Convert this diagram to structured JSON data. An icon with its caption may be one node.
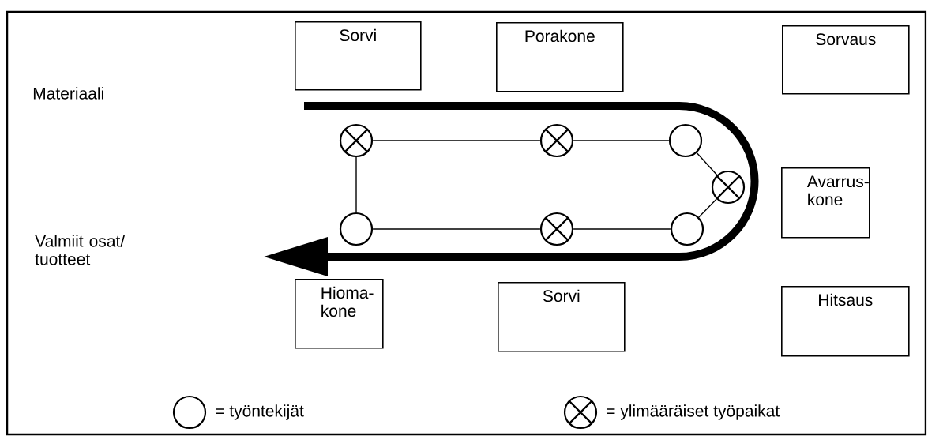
{
  "diagram": {
    "nodes": [
      {
        "text": [
          "Sorvi"
        ]
      },
      {
        "text": [
          "Porakone"
        ]
      },
      {
        "text": [
          "Sorvaus"
        ]
      },
      {
        "text": [
          "Avarrus- kone"
        ]
      },
      {
        "text": [
          "Hioma- kone"
        ]
      },
      {
        "text": [
          "Sorvi"
        ]
      },
      {
        "text": [
          "Hitsaus"
        ]
      },
      {
        "text": [],
        "shape": "crossed-circle"
      },
      {
        "text": [],
        "shape": "crossed-circle"
      },
      {
        "text": [],
        "shape": "circle"
      },
      {
        "text": [],
        "shape": "crossed-circle"
      },
      {
        "text": [],
        "shape": "circle"
      },
      {
        "text": [],
        "shape": "crossed-circle"
      },
      {
        "text": [],
        "shape": "circle"
      }
    ],
    "edges": [
      {
        "from": 7,
        "to": 8,
        "arrow": "none"
      },
      {
        "from": 8,
        "to": 9,
        "arrow": "none"
      },
      {
        "from": 9,
        "to": 10,
        "arrow": "none"
      },
      {
        "from": 10,
        "to": 13,
        "arrow": "none"
      },
      {
        "from": 13,
        "to": 12,
        "arrow": "none"
      },
      {
        "from": 12,
        "to": 11,
        "arrow": "none"
      },
      {
        "from": 11,
        "to": 7,
        "arrow": "none"
      }
    ],
    "labels": [
      "Materiaali",
      "Valmiit osat/ tuotteet"
    ],
    "legend": [
      {
        "text": "= työntekijät"
      },
      {
        "text": "= ylimääräiset työpaikat"
      }
    ]
  }
}
